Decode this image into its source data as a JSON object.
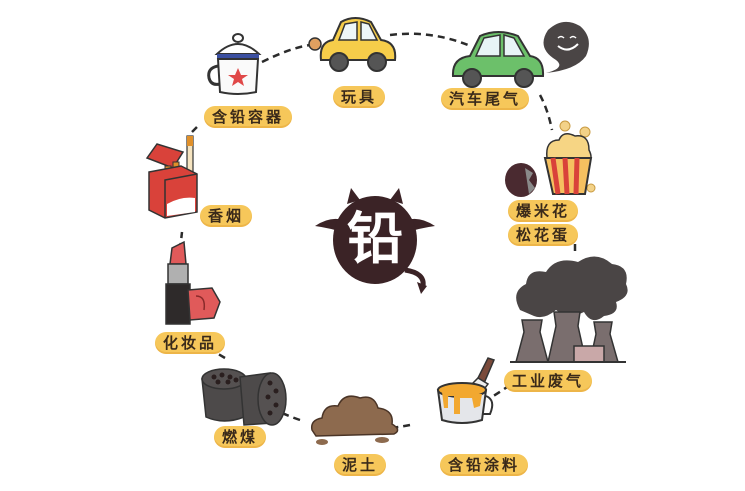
{
  "center": {
    "character": "铅",
    "description": "devil-shaped badge representing lead",
    "color": "#3b2326"
  },
  "label_color": "#f6c75a",
  "sources": [
    {
      "id": "container",
      "label": "含铅容器",
      "icon": "enamel-mug-icon"
    },
    {
      "id": "toy",
      "label": "玩具",
      "icon": "wind-up-toy-car-icon"
    },
    {
      "id": "exhaust",
      "label": "汽车尾气",
      "icon": "car-exhaust-icon"
    },
    {
      "id": "popcorn",
      "label": "爆米花",
      "icon": "popcorn-icon"
    },
    {
      "id": "preserved-egg",
      "label": "松花蛋",
      "icon": "preserved-egg-icon"
    },
    {
      "id": "industrial",
      "label": "工业废气",
      "icon": "factory-smoke-icon"
    },
    {
      "id": "paint",
      "label": "含铅涂料",
      "icon": "paint-bucket-icon"
    },
    {
      "id": "soil",
      "label": "泥土",
      "icon": "soil-pile-icon"
    },
    {
      "id": "coal",
      "label": "燃煤",
      "icon": "coal-briquette-icon"
    },
    {
      "id": "cosmetics",
      "label": "化妆品",
      "icon": "lipstick-icon"
    },
    {
      "id": "cigarettes",
      "label": "香烟",
      "icon": "cigarette-pack-icon"
    }
  ]
}
